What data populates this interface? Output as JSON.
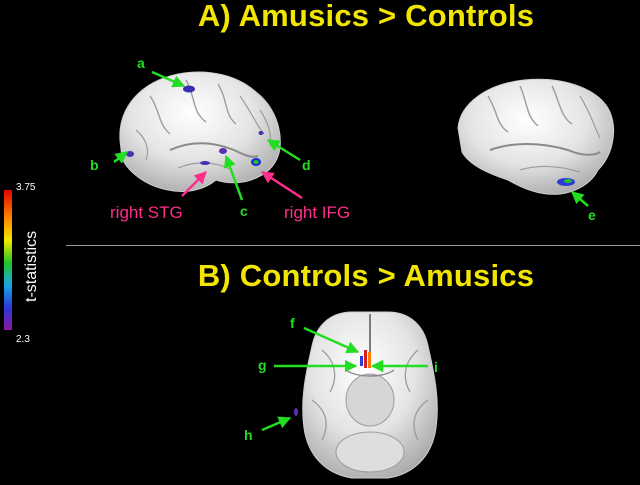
{
  "panel_a": {
    "title": "A) Amusics > Controls",
    "labels": [
      "a",
      "b",
      "c",
      "d",
      "e"
    ],
    "regions": [
      "right STG",
      "right IFG"
    ]
  },
  "panel_b": {
    "title": "B) Controls > Amusics",
    "labels": [
      "f",
      "g",
      "h",
      "i"
    ]
  },
  "colorbar": {
    "label": "t-statistics",
    "max": "3.75",
    "min": "2.3"
  },
  "colors": {
    "title": "#f2e600",
    "label_green": "#22dd22",
    "label_pink": "#ff2d8c"
  }
}
